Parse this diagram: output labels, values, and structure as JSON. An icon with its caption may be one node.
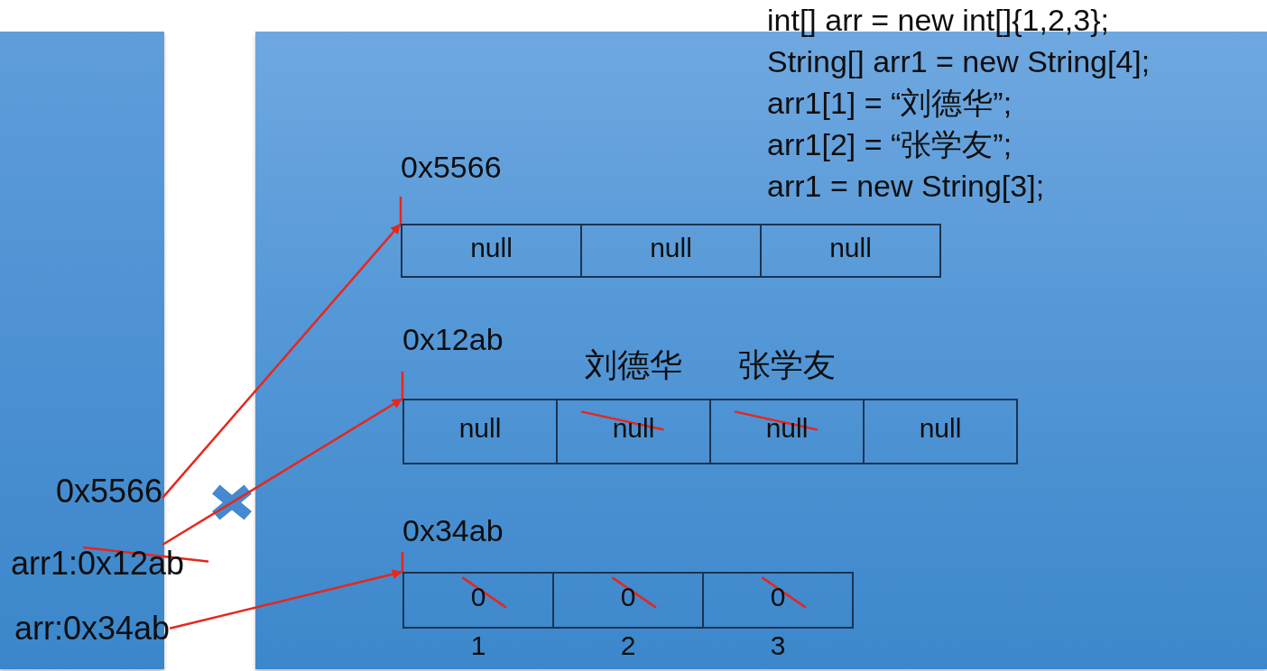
{
  "diagram": {
    "nodes": [
      {
        "text": [],
        "shape": "box"
      },
      {
        "text": [
          "0x5566"
        ],
        "in": 0
      },
      {
        "text": [
          "arr1:0x12ab"
        ]
      },
      {
        "text": [
          "arr:0x34ab"
        ],
        "in": 0
      },
      {
        "text": [],
        "shape": "box"
      },
      {
        "text": [
          "0x5566"
        ],
        "in": 4
      },
      {
        "text": [
          "null"
        ],
        "in": 5
      },
      {
        "text": [
          "null"
        ],
        "in": 5
      },
      {
        "text": [
          "null"
        ],
        "in": 5
      },
      {
        "text": [
          "0x12ab"
        ],
        "in": 4
      },
      {
        "text": [
          "null"
        ],
        "in": 9
      },
      {
        "text": [
          "null"
        ],
        "in": 9,
        "beside": [
          "刘德华"
        ]
      },
      {
        "text": [
          "null"
        ],
        "in": 9,
        "beside": [
          "张学友"
        ]
      },
      {
        "text": [
          "null"
        ],
        "in": 9
      },
      {
        "text": [
          "0x34ab"
        ],
        "in": 4
      },
      {
        "text": [
          "0"
        ],
        "in": 14,
        "beside": [
          "1"
        ]
      },
      {
        "text": [
          "0"
        ],
        "in": 14,
        "beside": [
          "2"
        ]
      },
      {
        "text": [
          "0"
        ],
        "in": 14,
        "beside": [
          "3"
        ]
      }
    ],
    "edges": [
      {
        "from": 1,
        "to": 5,
        "arrow": "to"
      },
      {
        "from": 2,
        "to": 9,
        "arrow": "to"
      },
      {
        "from": 3,
        "to": 14,
        "arrow": "to"
      }
    ],
    "labels": [
      "int[] arr = new int[]{1,2,3};",
      "String[] arr1 = new String[4];",
      "arr1[1] = “刘德华”;",
      "arr1[2] = “张学友”;",
      "arr1 = new String[3];"
    ]
  }
}
